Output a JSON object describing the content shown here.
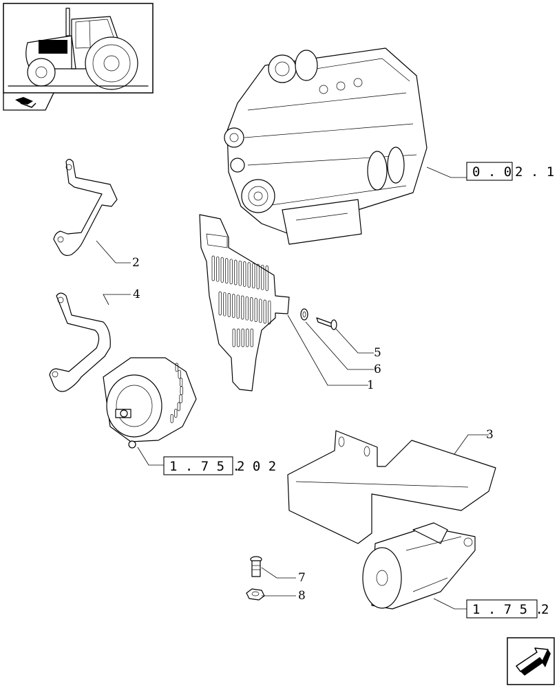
{
  "diagram": {
    "callouts": [
      "1",
      "2",
      "3",
      "4",
      "5",
      "6",
      "7",
      "8"
    ],
    "references": {
      "engine": {
        "boxed": "0 . 0",
        "suffix": "2 . 1"
      },
      "alternator": {
        "boxed": "1 . 7 5 .",
        "suffix": "2  0 2"
      },
      "starter": {
        "boxed": "1 . 7 5 .",
        "suffix": "2"
      }
    }
  },
  "icons": {
    "thumbnail": "tractor-thumbnail-icon",
    "section": "section-folder-icon",
    "next": "next-page-arrow-icon"
  }
}
